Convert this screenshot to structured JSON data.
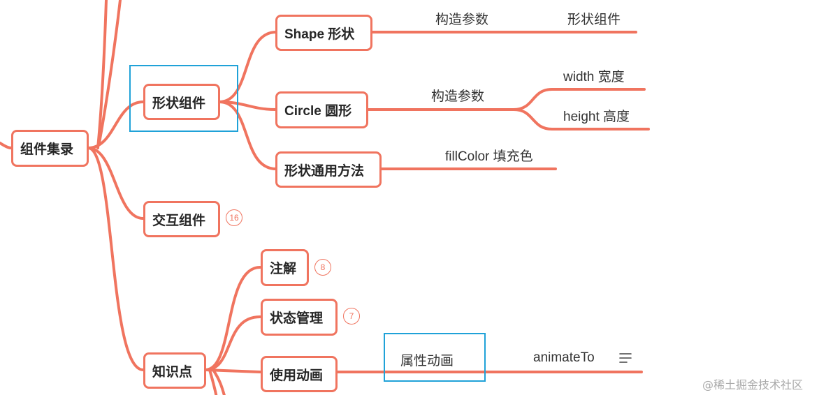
{
  "colors": {
    "accent": "#f0745f",
    "highlight": "#20a2d8",
    "text": "#262626",
    "watermark": "#a9a9a9"
  },
  "nodes": {
    "root": "组件集录",
    "shape_component": "形状组件",
    "interactive_component": "交互组件",
    "knowledge": "知识点",
    "shape": "Shape 形状",
    "circle": "Circle 圆形",
    "shape_methods": "形状通用方法",
    "annotation": "注解",
    "state_management": "状态管理",
    "use_animation": "使用动画"
  },
  "labels": {
    "shape_params": "构造参数",
    "shape_params_child": "形状组件",
    "circle_params": "构造参数",
    "width": "width 宽度",
    "height": "height 高度",
    "fill_color": "fillColor 填充色",
    "property_animation": "属性动画",
    "animate_to": "animateTo"
  },
  "badges": {
    "interactive": "16",
    "annotation": "8",
    "state": "7"
  },
  "icons": {
    "notes": "notes-icon"
  },
  "watermark": "@稀土掘金技术社区"
}
